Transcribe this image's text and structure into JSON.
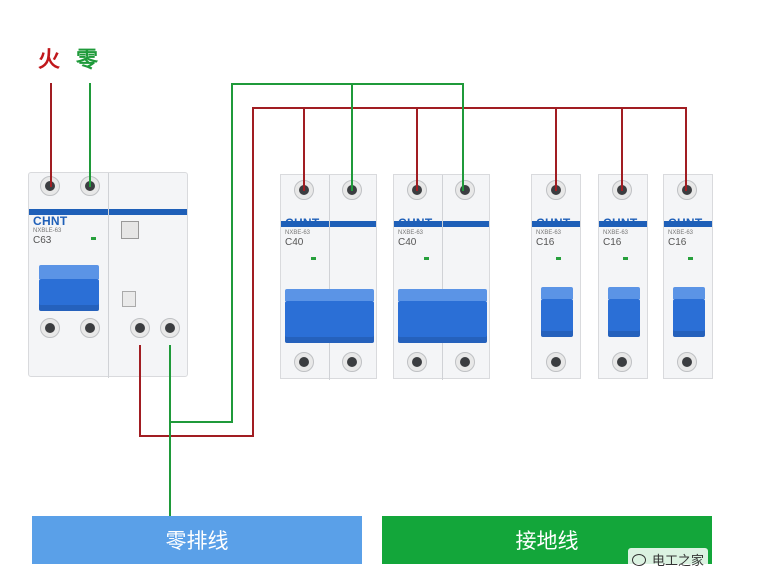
{
  "labels": {
    "fire": "火",
    "zero": "零"
  },
  "bars": {
    "neutral": "零排线",
    "ground": "接地线"
  },
  "watermark": "电工之家",
  "colors": {
    "live": "#a11d22",
    "neutral": "#1f9a3a",
    "neutral_bar": "#5aa0e8",
    "ground_bar": "#13a63a",
    "brand": "#1e5fb8",
    "toggle": "#2b6fd6"
  },
  "breakers": [
    {
      "brand": "CHNT",
      "model": "NXBLE-63",
      "rating": "C63"
    },
    {
      "brand": "CHNT",
      "model": "NXBE-63",
      "rating": "C40"
    },
    {
      "brand": "CHNT",
      "model": "NXBE-63",
      "rating": "C40"
    },
    {
      "brand": "CHNT",
      "model": "NXBE-63",
      "rating": "C16"
    },
    {
      "brand": "CHNT",
      "model": "NXBE-63",
      "rating": "C16"
    },
    {
      "brand": "CHNT",
      "model": "NXBE-63",
      "rating": "C16"
    }
  ]
}
